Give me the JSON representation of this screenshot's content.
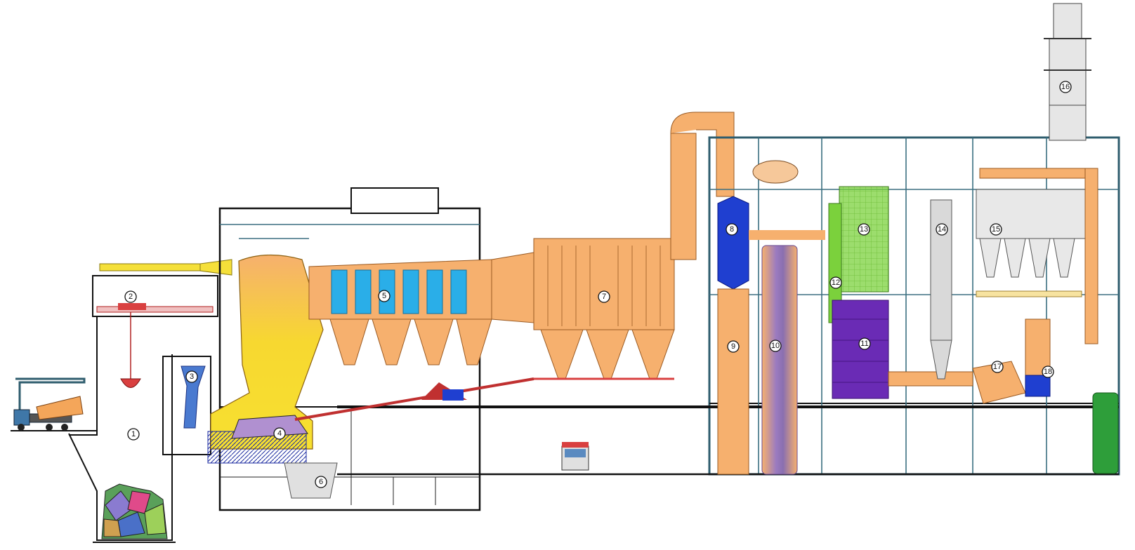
{
  "diagram": {
    "labels": [
      "1",
      "2",
      "3",
      "4",
      "5",
      "6",
      "7",
      "8",
      "9",
      "10",
      "11",
      "12",
      "13",
      "14",
      "15",
      "16",
      "17",
      "18"
    ]
  },
  "colors": {
    "flue_gas_orange": "#f6b06e",
    "crane_yellow": "#f5e03a",
    "furnace_yellow": "#f7d830",
    "economizer_blue": "#2aaee8",
    "scrubber_blue": "#1f3fd0",
    "reactor_purple": "#8a6fb0",
    "sorbent_green": "#7bd13c",
    "catalyst_violet": "#6a2bb5",
    "silo_gray": "#d9d9d9",
    "steel_frame": "#2f5d6e",
    "ash_red": "#d94040",
    "tank_green": "#2e9e3a"
  }
}
